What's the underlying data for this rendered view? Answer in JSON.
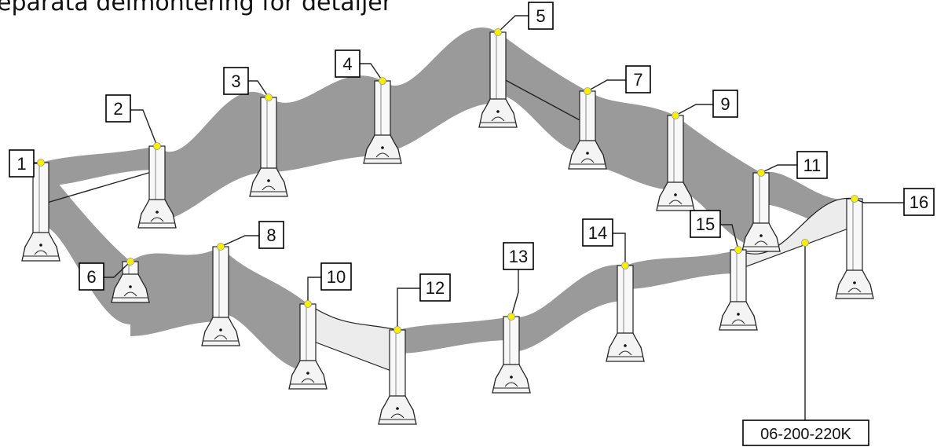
{
  "title": "eparata delmontering for detaljer",
  "colors": {
    "panel": "#9a9a9a",
    "panel_light": "#ececec",
    "outline": "#222222",
    "marker": "#f6f000",
    "label_border": "#000000"
  },
  "callouts": [
    {
      "label": "1"
    },
    {
      "label": "2"
    },
    {
      "label": "3"
    },
    {
      "label": "4"
    },
    {
      "label": "5"
    },
    {
      "label": "6"
    },
    {
      "label": "7"
    },
    {
      "label": "8"
    },
    {
      "label": "9"
    },
    {
      "label": "10"
    },
    {
      "label": "11"
    },
    {
      "label": "12"
    },
    {
      "label": "13"
    },
    {
      "label": "14"
    },
    {
      "label": "15"
    },
    {
      "label": "16"
    }
  ],
  "part_number": "06-200-220K"
}
